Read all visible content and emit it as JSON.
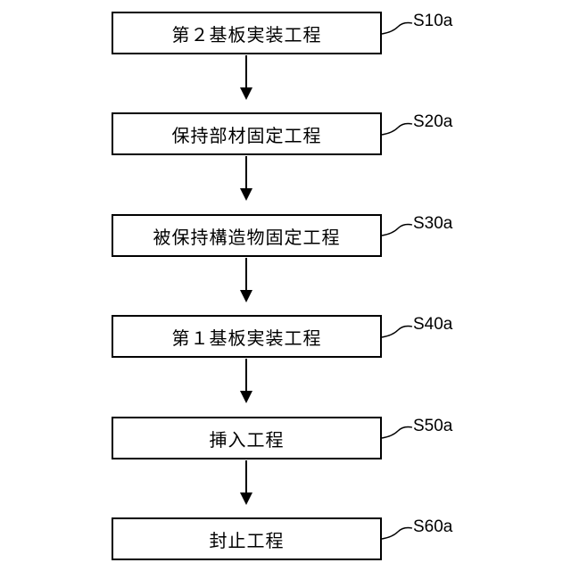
{
  "steps": [
    {
      "label": "第２基板実装工程",
      "id": "S10a"
    },
    {
      "label": "保持部材固定工程",
      "id": "S20a"
    },
    {
      "label": "被保持構造物固定工程",
      "id": "S30a"
    },
    {
      "label": "第１基板実装工程",
      "id": "S40a"
    },
    {
      "label": "挿入工程",
      "id": "S50a"
    },
    {
      "label": "封止工程",
      "id": "S60a"
    }
  ]
}
